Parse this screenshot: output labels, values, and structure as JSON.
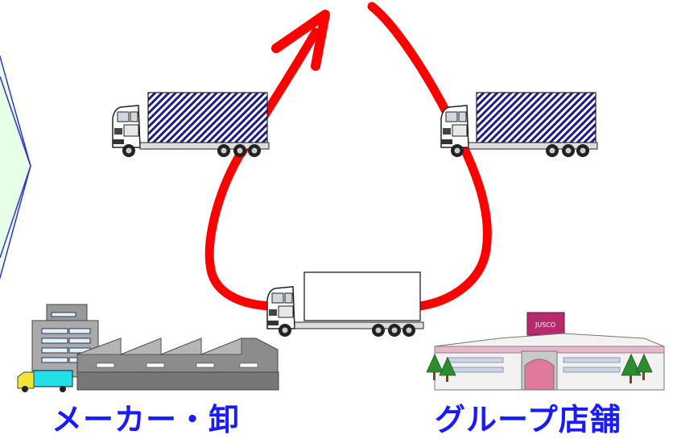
{
  "labels": {
    "maker": "メーカー・卸",
    "store": "グループ店舗"
  },
  "store_sign": "JUSCO",
  "colors": {
    "route": "#ff0000",
    "label": "#1a1aff",
    "arrow_fill": "#e6ffe6",
    "cargo_hatch": "#1c1c8c"
  },
  "icons": [
    "factory-icon",
    "store-icon",
    "truck-icon"
  ]
}
